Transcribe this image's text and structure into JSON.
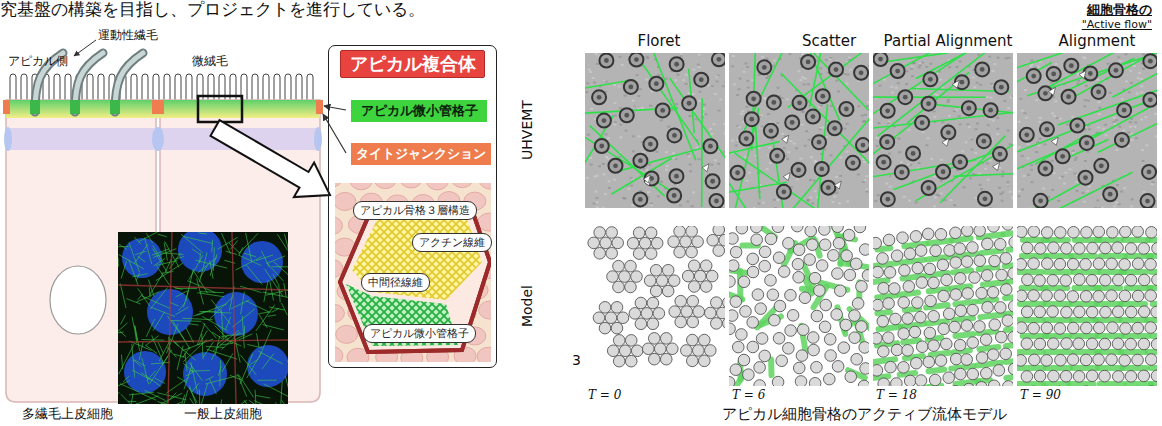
{
  "diagram": {
    "caption": "アピカル細胞骨格のアクティブ流体モデル",
    "nodes": [
      {
        "text": [
          "アピカル複合体"
        ]
      },
      {
        "text": [
          "アピカル微小管格子"
        ],
        "in": 0
      },
      {
        "text": [
          "タイトジャンクション"
        ],
        "in": 0
      },
      {
        "text": [
          "アピカル骨格３層構造"
        ],
        "in": 0
      },
      {
        "text": [
          "アクチン線維"
        ],
        "in": 0
      },
      {
        "text": [
          "中間径線維"
        ],
        "in": 0
      },
      {
        "text": [
          "アピカル微小管格子"
        ],
        "in": 0
      }
    ],
    "labels": [
      "究基盤の構築を目指し、プロジェクトを進行している。",
      "運動性繊毛",
      "アピカル側",
      "微絨毛",
      "多繊毛上皮細胞",
      "一般上皮細胞",
      "3",
      "細胞骨格の",
      "\"Active flow\"",
      "Floret",
      "Scatter",
      "Partial Alignment",
      "Alignment",
      "UHVEMT",
      "Model",
      "T = 0",
      "T = 6",
      "T = 18",
      "T = 90"
    ]
  }
}
